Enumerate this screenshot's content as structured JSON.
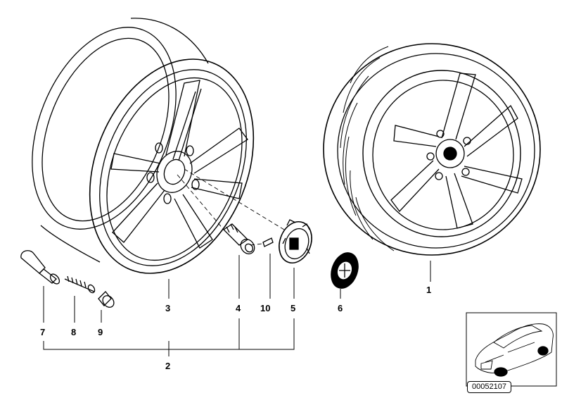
{
  "callouts": {
    "c1": "1",
    "c2": "2",
    "c3": "3",
    "c4": "4",
    "c5": "5",
    "c6": "6",
    "c7": "7",
    "c8": "8",
    "c9": "9",
    "c10": "10"
  },
  "reference_number": "00052107"
}
